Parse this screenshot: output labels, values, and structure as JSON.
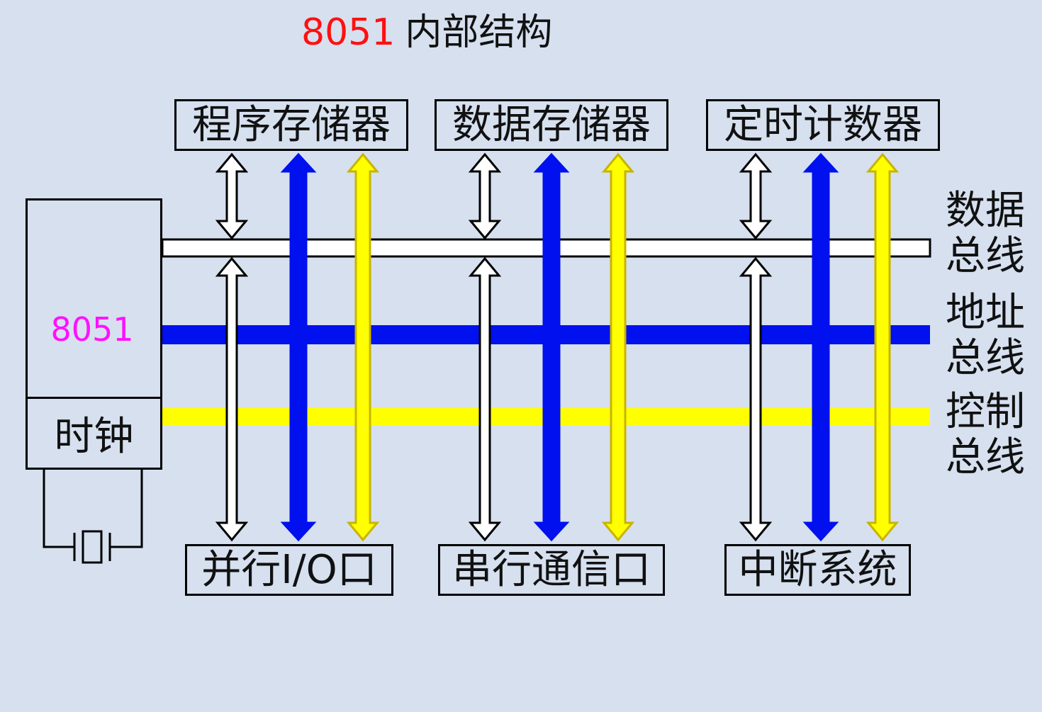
{
  "title": {
    "chip": "8051",
    "text": "内部结构"
  },
  "cpu": {
    "label": "8051",
    "clock_label": "时钟"
  },
  "top_modules": [
    {
      "label": "程序存储器"
    },
    {
      "label": "数据存储器"
    },
    {
      "label": "定时计数器"
    }
  ],
  "bottom_modules": [
    {
      "label": "并行I/O口"
    },
    {
      "label": "串行通信口"
    },
    {
      "label": "中断系统"
    }
  ],
  "buses": {
    "data": {
      "line1": "数据",
      "line2": "总线",
      "color": "#ffffff"
    },
    "address": {
      "line1": "地址",
      "line2": "总线",
      "color": "#0010ee"
    },
    "control": {
      "line1": "控制",
      "line2": "总线",
      "color": "#ffff00"
    }
  }
}
